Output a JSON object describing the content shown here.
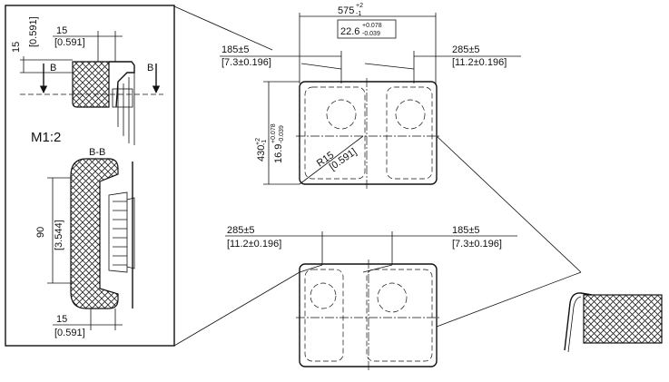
{
  "top_view": {
    "width": {
      "value": "575",
      "tol_upper": "+2",
      "tol_lower": "-1"
    },
    "width_in": {
      "value": "22.6",
      "tol_upper": "+0.078",
      "tol_lower": "-0.039"
    },
    "left_offset": "185±5",
    "left_offset_in": "[7.3±0.196]",
    "right_offset": "285±5",
    "right_offset_in": "[11.2±0.196]",
    "height": {
      "value": "430",
      "tol_upper": "+2",
      "tol_lower": "-1"
    },
    "height_in": {
      "value": "16.9",
      "tol_upper": "+0.078",
      "tol_lower": "-0.039"
    },
    "radius": "R15",
    "radius_in": "[0.591]"
  },
  "bottom_view": {
    "left_offset": "285±5",
    "left_offset_in": "[11.2±0.196]",
    "right_offset": "185±5",
    "right_offset_in": "[7.3±0.196]"
  },
  "detail": {
    "scale": "M1:2",
    "section_label": "B-B",
    "section_mark": "B",
    "top_height": "15",
    "top_height_in": "[0.591]",
    "top_width": "15",
    "top_width_in": "[0.591]",
    "rim_height": "90",
    "rim_height_in": "[3.544]",
    "bottom_width": "15",
    "bottom_width_in": "[0.591]"
  }
}
